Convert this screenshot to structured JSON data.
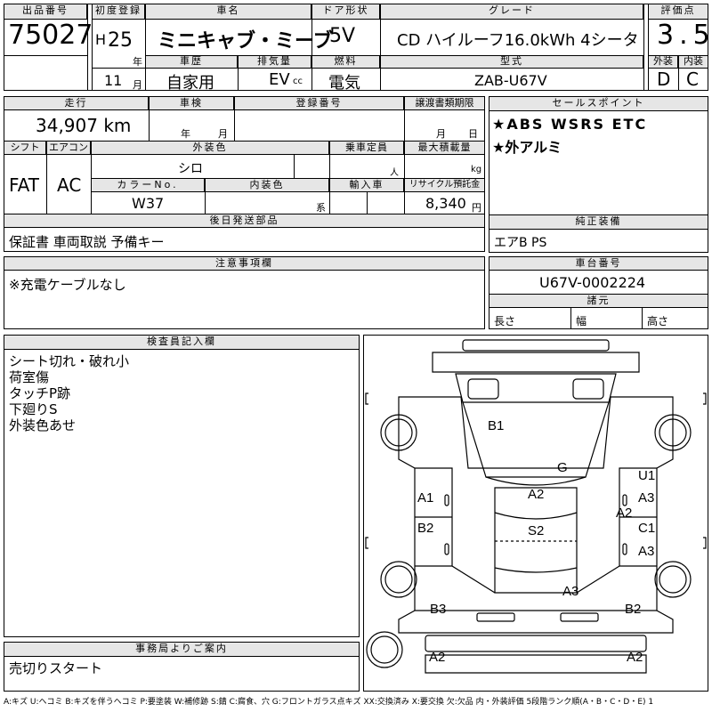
{
  "header": {
    "lot_label": "出品番号",
    "lot_value": "75027",
    "reg_label": "初度登録",
    "era": "H",
    "year": "25",
    "year_unit": "年",
    "month": "11",
    "month_unit": "月",
    "name_label": "車名",
    "name_value": "ミニキャブ・ミーブ",
    "door_label": "ドア形状",
    "door_value": "5V",
    "grade_label": "グレード",
    "grade_value": "CD ハイルーフ16.0kWh 4シータ",
    "score_label": "評価点",
    "score_value": "3.5",
    "history_label": "車歴",
    "history_value": "自家用",
    "displacement_label": "排気量",
    "displacement_value": "EV",
    "displacement_unit": "cc",
    "fuel_label": "燃料",
    "fuel_value": "電気",
    "model_label": "型式",
    "model_value": "ZAB-U67V",
    "exterior_label": "外装",
    "exterior_value": "D",
    "interior_label": "内装",
    "interior_value": "C"
  },
  "row2": {
    "mileage_label": "走行",
    "mileage_value": "34,907 km",
    "inspection_label": "車検",
    "inspection_year": "年",
    "inspection_month": "月",
    "reg_number_label": "登録番号",
    "transfer_label": "譲渡書類期限",
    "transfer_month": "月",
    "transfer_day": "日",
    "shift_label": "シフト",
    "shift_value": "FAT",
    "ac_label": "エアコン",
    "ac_value": "AC",
    "color_label": "外装色",
    "color_value": "シロ",
    "capacity_label": "乗車定員",
    "capacity_unit": "人",
    "load_label": "最大積載量",
    "load_unit": "kg",
    "color_no_label": "カラーNo.",
    "color_no_value": "W37",
    "int_color_label": "内装色",
    "int_color_unit": "系",
    "import_label": "輸入車",
    "recycle_label": "リサイクル預託金",
    "recycle_value": "8,340",
    "recycle_unit": "円"
  },
  "sales_points": {
    "label": "セールスポイント",
    "lines": [
      "★ABS WSRS ETC",
      "★外アルミ"
    ]
  },
  "later_parts": {
    "label": "後日発送部品",
    "value": "保証書 車両取説 予備キー"
  },
  "genuine": {
    "label": "純正装備",
    "value": "エアB PS"
  },
  "notes": {
    "label": "注意事項欄",
    "value": "※充電ケーブルなし"
  },
  "chassis": {
    "label": "車台番号",
    "value": "U67V-0002224"
  },
  "dims": {
    "label": "諸元",
    "length": "長さ",
    "width": "幅",
    "height": "高さ"
  },
  "inspector": {
    "label": "検査員記入欄",
    "lines": [
      "シート切れ・破れ小",
      "荷室傷",
      "タッチP跡",
      "下廻りS",
      "外装色あせ"
    ]
  },
  "office": {
    "label": "事務局よりご案内",
    "value": "売切りスタート"
  },
  "diagram_marks": [
    "B1",
    "G",
    "U1",
    "A1",
    "A2",
    "A3",
    "A2",
    "B2",
    "S2",
    "C1",
    "A3",
    "A3",
    "B3",
    "B2",
    "A2",
    "A2"
  ],
  "legend": "A:キズ U:ヘコミ B:キズを伴うヘコミ P:要塗装 W:補修跡 S:錆 C:腐食、穴 G:フロントガラス点キズ XX:交換済み X:要交換 欠:欠品 内・外装評価 5段階ランク順(A・B・C・D・E) 1"
}
